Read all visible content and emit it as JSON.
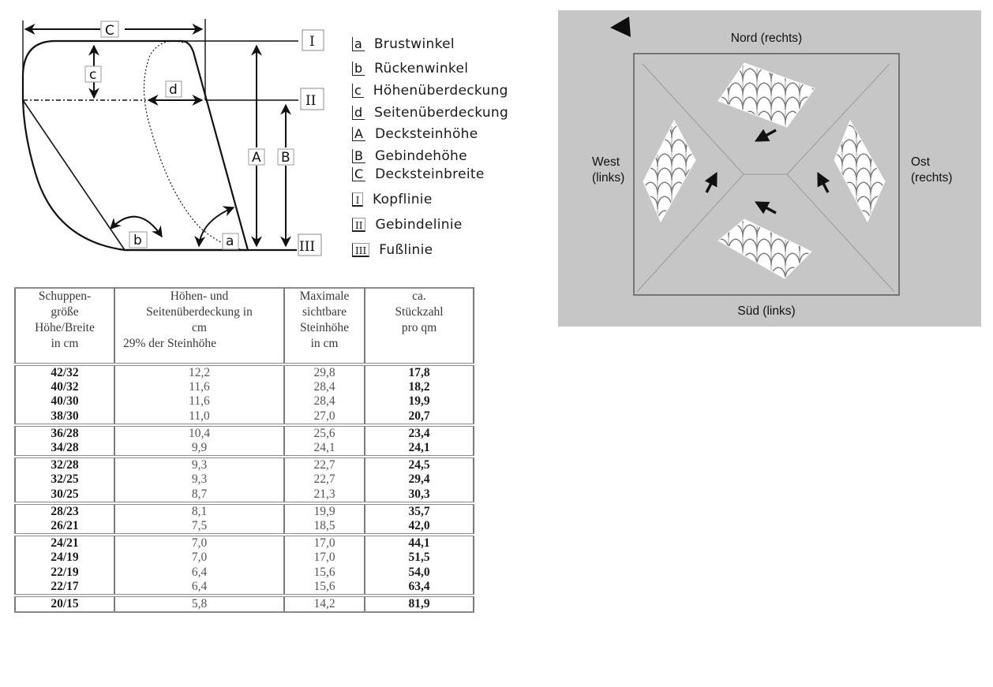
{
  "scale_diagram": {
    "labels": {
      "a": "a",
      "b": "b",
      "c": "c",
      "d": "d",
      "A": "A",
      "B": "B",
      "C": "C",
      "I": "I",
      "II": "II",
      "III": "III"
    }
  },
  "legend": {
    "items": [
      {
        "key": "a",
        "text": "Brustwinkel"
      },
      {
        "key": "b",
        "text": "Rückenwinkel"
      },
      {
        "key": "c",
        "text": "Höhenüberdeckung"
      },
      {
        "key": "d",
        "text": "Seitenüberdeckung"
      },
      {
        "key": "A",
        "text": "Decksteinhöhe"
      },
      {
        "key": "B",
        "text": "Gebindehöhe"
      },
      {
        "key": "C",
        "text": "Decksteinbreite"
      },
      {
        "key": "I",
        "text": "Kopflinie"
      },
      {
        "key": "II",
        "text": "Gebindelinie"
      },
      {
        "key": "III",
        "text": "Fußlinie"
      }
    ]
  },
  "table": {
    "headers": [
      [
        "Schuppen-",
        "größe",
        "Höhe/Breite",
        "in cm"
      ],
      [
        "Höhen- und",
        "Seitenüberdeckung in",
        "cm",
        "29% der Steinhöhe"
      ],
      [
        "Maximale",
        "sichtbare",
        "Steinhöhe",
        "in cm"
      ],
      [
        "ca.",
        "Stückzahl",
        "pro qm",
        ""
      ]
    ],
    "groups": [
      [
        [
          "42/32",
          "12,2",
          "29,8",
          "17,8"
        ],
        [
          "40/32",
          "11,6",
          "28,4",
          "18,2"
        ],
        [
          "40/30",
          "11,6",
          "28,4",
          "19,9"
        ],
        [
          "38/30",
          "11,0",
          "27,0",
          "20,7"
        ]
      ],
      [
        [
          "36/28",
          "10,4",
          "25,6",
          "23,4"
        ],
        [
          "34/28",
          "9,9",
          "24,1",
          "24,1"
        ]
      ],
      [
        [
          "32/28",
          "9,3",
          "22,7",
          "24,5"
        ],
        [
          "32/25",
          "9,3",
          "22,7",
          "29,4"
        ],
        [
          "30/25",
          "8,7",
          "21,3",
          "30,3"
        ]
      ],
      [
        [
          "28/23",
          "8,1",
          "19,9",
          "35,7"
        ],
        [
          "26/21",
          "7,5",
          "18,5",
          "42,0"
        ]
      ],
      [
        [
          "24/21",
          "7,0",
          "17,0",
          "44,1"
        ],
        [
          "24/19",
          "7,0",
          "17,0",
          "51,5"
        ],
        [
          "22/19",
          "6,4",
          "15,6",
          "54,0"
        ],
        [
          "22/17",
          "6,4",
          "15,6",
          "63,4"
        ]
      ],
      [
        [
          "20/15",
          "5,8",
          "14,2",
          "81,9"
        ]
      ]
    ]
  },
  "roof_diagram": {
    "north": "Nord (rechts)",
    "south": "Süd (links)",
    "west_line1": "West",
    "west_line2": "(links)",
    "east_line1": "Ost",
    "east_line2": "(rechts)",
    "background_color": "#c6c6c6",
    "tile_color": "#ffffff"
  }
}
